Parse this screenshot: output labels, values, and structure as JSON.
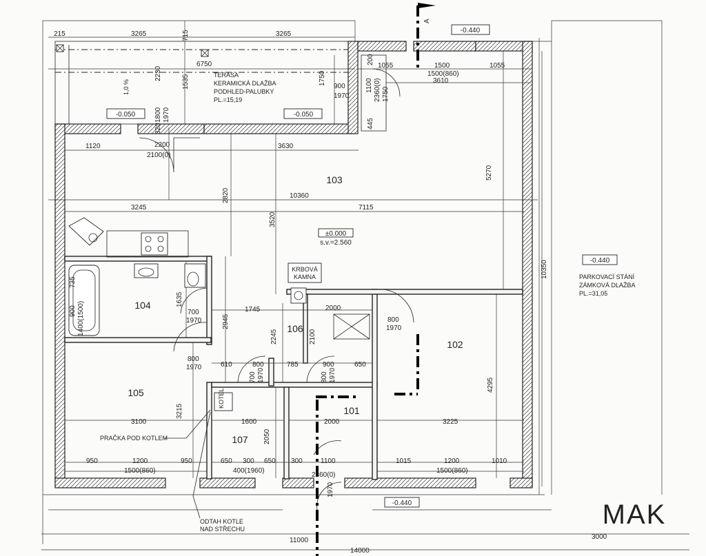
{
  "rooms": {
    "r101": "101",
    "r102": "102",
    "r103": "103",
    "r104": "104",
    "r105": "105",
    "r106": "106",
    "r107": "107"
  },
  "labels": {
    "terasa_1": "TERASA",
    "terasa_2": "KERAMICKÁ DLAŽBA",
    "terasa_3": "PODHLED-PALUBKY",
    "terasa_4": "PL.=15,19",
    "parking_1": "PARKOVACÍ STÁNÍ",
    "parking_2": "ZÁMKOVÁ DLAŽBA",
    "parking_3": "PL.=31,05",
    "krbova_1": "KRBOVÁ",
    "krbova_2": "KAMNA",
    "pracka": "PRAČKA POD KOTLEM",
    "odtah_1": "ODTAH KOTLE",
    "odtah_2": "NAD STŘECHU",
    "zero_level": "±0.000",
    "sv": "s.v.=2.560",
    "section_a": "A",
    "kotel": "KOTEL",
    "slope": "1,0 %"
  },
  "levels": {
    "top_right": "-0.440",
    "left_terrace": "-0.050",
    "mid_terrace": "-0.050",
    "parking": "-0.440",
    "bottom": "-0.440"
  },
  "dims": {
    "d215": "215",
    "d3265a": "3265",
    "d715": "715",
    "d3265b": "3265",
    "d6750": "6750",
    "d2230": "2230",
    "d1535": "1535",
    "d1750a": "1750",
    "d900a": "900",
    "d1970a": "1970",
    "d1800": "1800",
    "d1970b": "1970",
    "d320": "320",
    "d1100": "1100",
    "d2360a": "2360(0)",
    "d1750b": "1750",
    "d445": "445",
    "d200": "200",
    "d1055a": "1055",
    "d1500a": "1500",
    "d1055b": "1055",
    "d1500_860a": "1500(860)",
    "d3610": "3610",
    "d1120": "1120",
    "d2200": "2200",
    "d2100a": "2100(0)",
    "d3630": "3630",
    "d5270": "5270",
    "d10360": "10360",
    "d3245": "3245",
    "d7115": "7115",
    "d2820": "2820",
    "d3520": "3520",
    "d10350": "10350",
    "d735": "735",
    "d1635": "1635",
    "d900b": "900",
    "d1400_1500": "1400(1500)",
    "d700a": "700",
    "d1970c": "1970",
    "d2945": "2945",
    "d1745": "1745",
    "d2245": "2245",
    "d2100b": "2100",
    "d2000a": "2000",
    "d800a": "800",
    "d1970d": "1970",
    "d800b": "800",
    "d1970e": "1970",
    "d610": "610",
    "d800c": "800",
    "d785": "785",
    "d900c": "900",
    "d650a": "650",
    "d700b": "700",
    "d1970f": "1970",
    "d800d": "800",
    "d1970g": "1970",
    "d4295": "4295",
    "d3215": "3215",
    "d3100": "3100",
    "d1600": "1600",
    "d2050": "2050",
    "d2000b": "2000",
    "d3225": "3225",
    "d950a": "950",
    "d1200a": "1200",
    "d950b": "950",
    "d650b": "650",
    "d300a": "300",
    "d650c": "650",
    "d300b": "300",
    "d1100b": "1100",
    "d1015": "1015",
    "d1200b": "1200",
    "d1010": "1010",
    "d1500_860b": "1500(860)",
    "d400_1960": "400(1960)",
    "d2360b": "2360(0)",
    "d1500_860c": "1500(860)",
    "d1970h": "1970",
    "d11000": "11000",
    "d14000": "14000",
    "d3000": "3000"
  },
  "watermark": "MAK"
}
